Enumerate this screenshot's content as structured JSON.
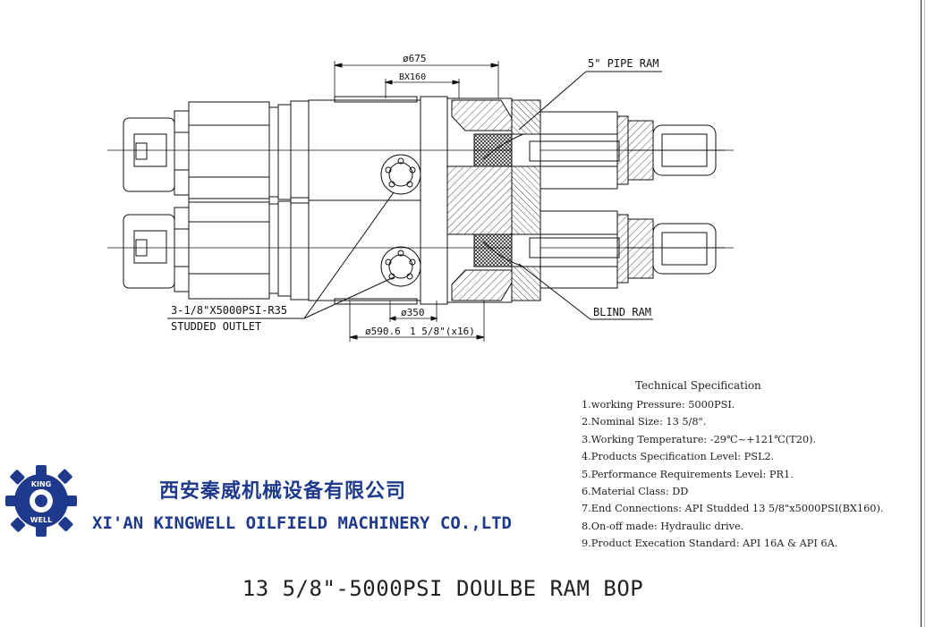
{
  "drawing": {
    "dim_top_outer": "ø675",
    "dim_top_inner": "BX160",
    "label_pipe_ram": "5\" PIPE RAM",
    "label_blind_ram": "BLIND RAM",
    "label_outlet_line1": "3-1/8\"X5000PSI-R35",
    "label_outlet_line2": "STUDDED OUTLET",
    "dim_bottom_inner": "ø350",
    "dim_bottom_outer": "ø590.6",
    "dim_bottom_bolts": "1 5/8\"(x16)"
  },
  "spec": {
    "title": "Technical Specification",
    "items": [
      "1.working Pressure: 5000PSI.",
      "2.Nominal Size: 13 5/8\".",
      "3.Working Temperature: -29℃~+121℃(T20).",
      "4.Products Specification Level: PSL2.",
      "5.Performance Requirements Level: PR1.",
      "6.Material Class: DD",
      "7.End Connections: API Studded 13 5/8\"x5000PSI(BX160).",
      "8.On-off made: Hydraulic drive.",
      "9.Product Execation Standard: API 16A & API 6A."
    ]
  },
  "company": {
    "name_cn": "西安秦威机械设备有限公司",
    "name_en": "XI'AN KINGWELL OILFIELD MACHINERY CO.,LTD",
    "logo_text_top": "KING",
    "logo_text_bottom": "WELL",
    "brand_color": "#1f3a8c"
  },
  "title": "13 5/8\"-5000PSI DOULBE RAM BOP"
}
